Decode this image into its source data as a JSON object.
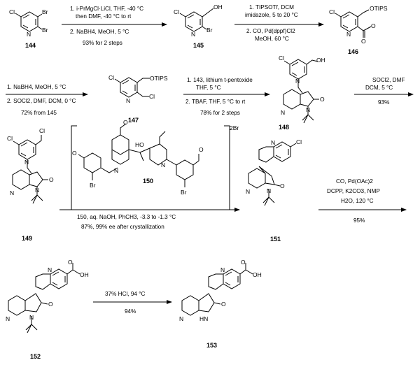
{
  "compounds": [
    "144",
    "145",
    "146",
    "147",
    "148",
    "149",
    "150",
    "151",
    "152",
    "153"
  ],
  "atoms": {
    "cl": "Cl",
    "br": "Br",
    "n": "N",
    "o": "O",
    "oh": "OH",
    "otips": "OTIPS",
    "ho": "HO",
    "hn": "HN",
    "n_plus": "N",
    "br_counter": "2Br"
  },
  "steps": {
    "s1": {
      "l1": "1. i-PrMgCl·LiCl, THF, -40 °C",
      "l2": "then DMF, -40 °C to rt",
      "l3": "2. NaBH4, MeOH, 5 °C",
      "yield": "93% for 2 steps"
    },
    "s2": {
      "l1": "1. TIPSOTf, DCM",
      "l2": "imidazole, 5 to 20 °C",
      "l3": "2. CO, Pd(dppf)Cl2",
      "l4": "MeOH, 60 °C"
    },
    "s3": {
      "l1": "1. NaBH4, MeOH, 5 °C",
      "l2": "2. SOCl2, DMF, DCM, 0 °C",
      "yield": "72% from 145"
    },
    "s4": {
      "l1": "1. 143, lithium t-pentoxide",
      "l2": "THF, 5 °C",
      "l3": "2. TBAF, THF, 5 °C to rt",
      "yield": "78% for 2 steps"
    },
    "s5": {
      "l1": "SOCl2, DMF",
      "l2": "DCM, 5 °C",
      "yield": "93%"
    },
    "s6": {
      "l1": "150, aq. NaOH, PhCH3, -3.3 to -1.3 °C",
      "yield": "87%, 99% ee after crystallization"
    },
    "s7": {
      "l1": "CO, Pd(OAc)2",
      "l2": "DCPP, K2CO3, NMP",
      "l3": "H2O, 120 °C",
      "yield": "95%"
    },
    "s8": {
      "l1": "37% HCl, 94 °C",
      "yield": "94%"
    }
  }
}
